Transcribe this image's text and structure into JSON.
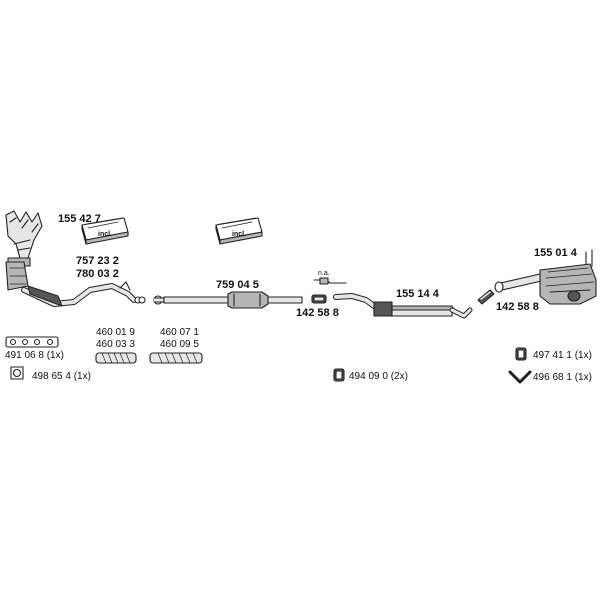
{
  "labels": {
    "manifold_no": "155 42 7",
    "incl_1": "incl.",
    "incl_2": "incl.",
    "cat_no_a": "757 23 2",
    "cat_no_b": "780 03 2",
    "mid_cat_no": "759 04 5",
    "na": "n.a.",
    "clamp_left_no": "142 58 8",
    "middle_muffler_no": "155 14 4",
    "clamp_right_no": "142 58 8",
    "rear_muffler_no": "155 01 4",
    "gasket_no": "491 06 8 (1x)",
    "flange_gasket_no": "498 65 4 (1x)",
    "flex_a_no1": "460 01 9",
    "flex_a_no2": "460 03 3",
    "flex_b_no1": "460 07 1",
    "flex_b_no2": "460 09 5",
    "hanger_center_no": "494 09 0 (2x)",
    "hanger_right_no": "497 41 1 (1x)",
    "bracket_right_no": "496 68 1 (1x)"
  },
  "colors": {
    "line": "#222222",
    "fill_light": "#e6e6e6",
    "fill_mid": "#b5b5b5",
    "fill_dark": "#555555"
  }
}
